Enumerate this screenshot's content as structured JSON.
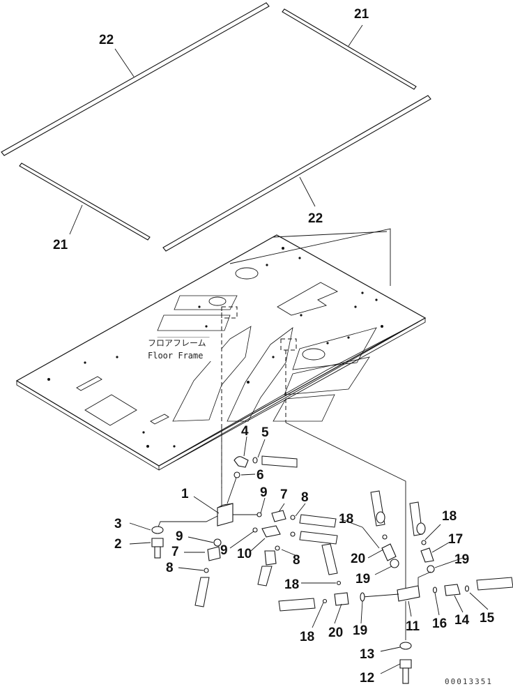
{
  "frame_label": {
    "jp": "フロアフレーム",
    "en": "Floor Frame"
  },
  "drawing_code": "00013351",
  "callouts": {
    "c21a": "21",
    "c22a": "22",
    "c21b": "21",
    "c22b": "22",
    "c4": "4",
    "c5": "5",
    "c6": "6",
    "c1": "1",
    "c9a": "9",
    "c7a": "7",
    "c8a": "8",
    "c3": "3",
    "c2": "2",
    "c9b": "9",
    "c9c": "9",
    "c10": "10",
    "c8b": "8",
    "c7b": "7",
    "c8c": "8",
    "c18a": "18",
    "c20a": "20",
    "c18b": "18",
    "c17": "17",
    "c19a": "19",
    "c19b": "19",
    "c18c": "18",
    "c18d": "18",
    "c20b": "20",
    "c19c": "19",
    "c11": "11",
    "c16": "16",
    "c14": "14",
    "c15": "15",
    "c13": "13",
    "c12": "12"
  }
}
